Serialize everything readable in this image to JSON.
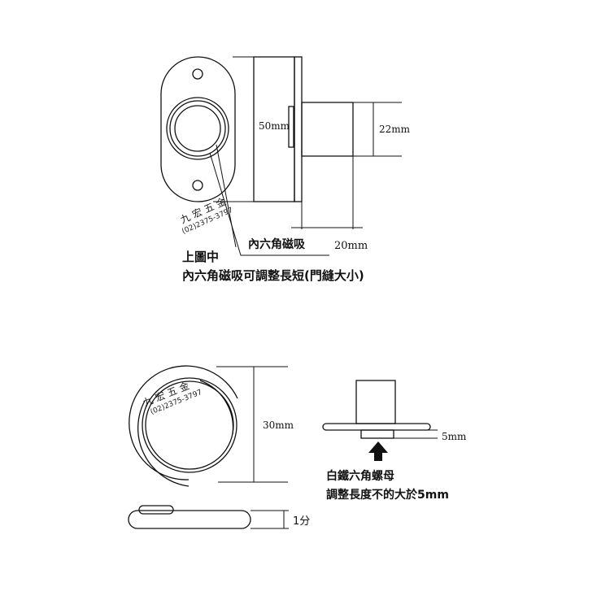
{
  "top": {
    "dim_height": "50mm",
    "dim_diameter": "22mm",
    "dim_length": "20mm",
    "label_callout": "內六角磁吸",
    "caption_line1": "上圖中",
    "caption_line2": "內六角磁吸可調整長短(門縫大小)"
  },
  "bottom": {
    "dim_diameter": "30mm",
    "dim_nut": "5mm",
    "dim_thickness": "1分",
    "caption_line1": "白鐵六角螺母",
    "caption_line2": "調整長度不的大於5mm"
  },
  "watermark": {
    "name": "九宏五金",
    "phone": "(02)2375-3797"
  },
  "icons": {
    "arrow": "up-arrow-icon"
  }
}
